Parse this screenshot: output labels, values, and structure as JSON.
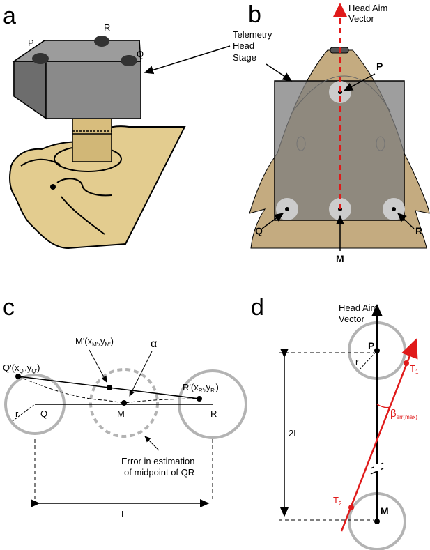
{
  "panels": {
    "a": {
      "label": "a",
      "markers": {
        "p": "P",
        "r": "R",
        "q": "Q"
      }
    },
    "b": {
      "label": "b",
      "head_aim_line1": "Head Aim",
      "head_aim_line2": "Vector",
      "telemetry_line1": "Telemetry",
      "telemetry_line2": "Head",
      "telemetry_line3": "Stage",
      "markers": {
        "p": "P",
        "q": "Q",
        "r": "R",
        "m": "M"
      }
    },
    "c": {
      "label": "c",
      "q_prime": "Q'(x",
      "q_prime_sub1": "Q'",
      "q_prime_mid": ",y",
      "q_prime_sub2": "Q'",
      "q_prime_end": ")",
      "m_prime": "M'(x",
      "m_prime_sub1": "M'",
      "m_prime_mid": ",y",
      "m_prime_sub2": "M'",
      "m_prime_end": ")",
      "r_prime": "R'(x",
      "r_prime_sub1": "R'",
      "r_prime_mid": ",y",
      "r_prime_sub2": "R'",
      "r_prime_end": ")",
      "alpha": "α",
      "q": "Q",
      "m": "M",
      "r": "R",
      "r_radius": "r",
      "error_line1": "Error in estimation",
      "error_line2": "of midpoint of QR",
      "length": "L"
    },
    "d": {
      "label": "d",
      "head_aim_line1": "Head Aim",
      "head_aim_line2": "Vector",
      "p": "P",
      "m": "M",
      "r_radius": "r",
      "two_l": "2L",
      "t1": "T",
      "t1_sub": "1",
      "t2": "T",
      "t2_sub": "2",
      "beta": "β",
      "beta_sub": "err(max)"
    }
  },
  "colors": {
    "red": "#e01a1a",
    "tan": "#e3cc8f",
    "box_gray": "#7d7d7d",
    "circle_gray": "#b3b3b3",
    "rat_body": "#c4ab80"
  }
}
